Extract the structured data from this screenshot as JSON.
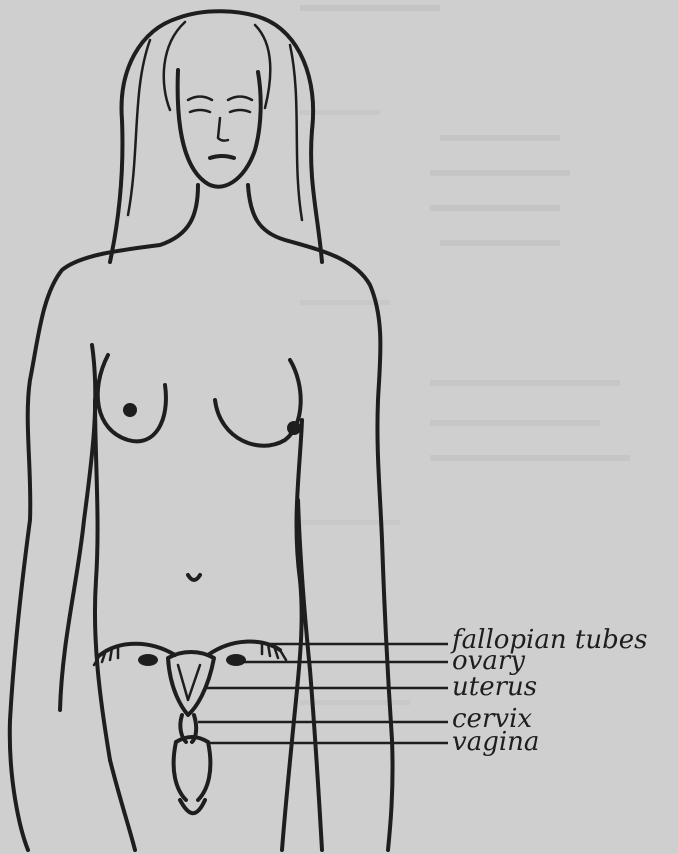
{
  "figure": {
    "labels": [
      {
        "id": "fallopian-tubes",
        "text": "fallopian tubes"
      },
      {
        "id": "ovary",
        "text": "ovary"
      },
      {
        "id": "uterus",
        "text": "uterus"
      },
      {
        "id": "cervix",
        "text": "cervix"
      },
      {
        "id": "vagina",
        "text": "vagina"
      }
    ]
  },
  "colors": {
    "paper": "#cfcfcf",
    "ink": "#1e1e1e",
    "show_through": "#b9b9b9"
  }
}
